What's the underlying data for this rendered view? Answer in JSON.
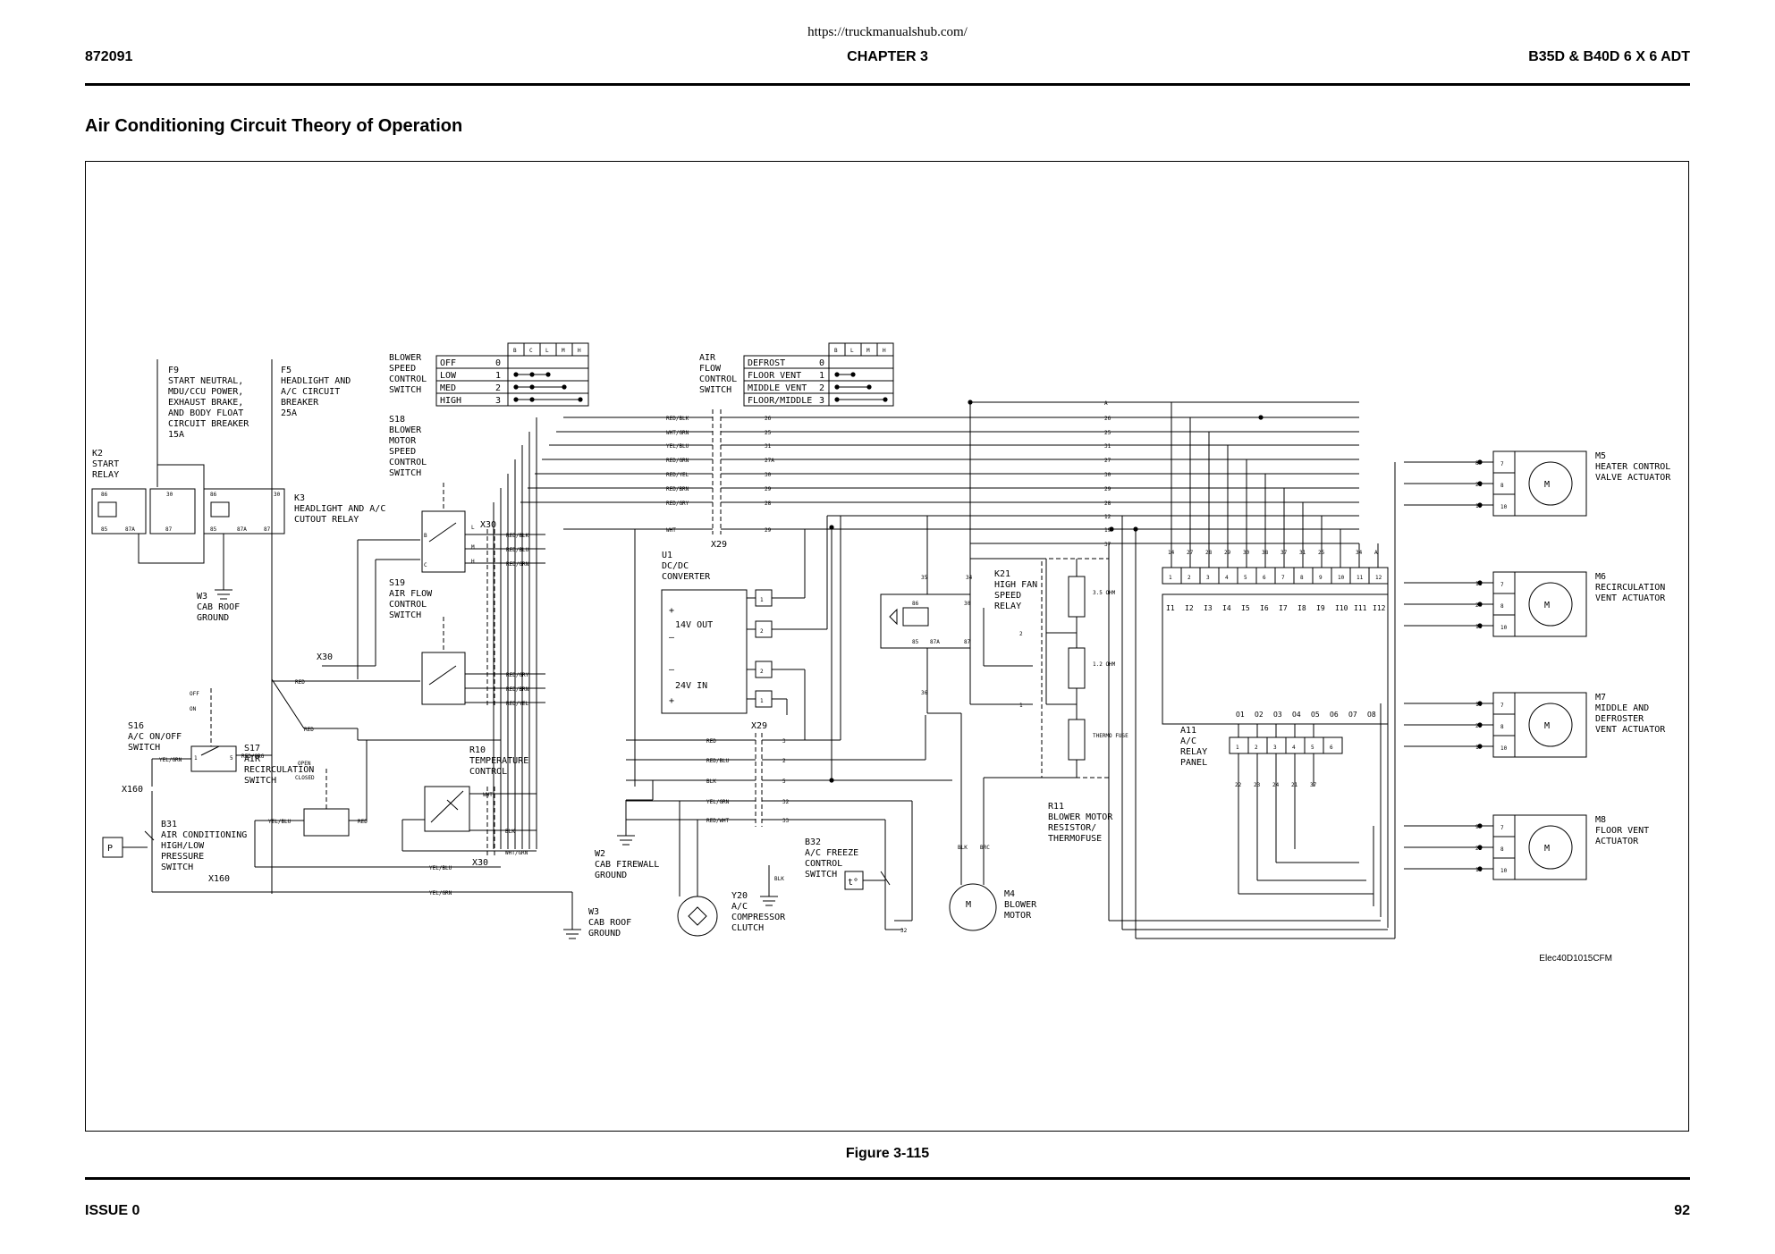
{
  "header": {
    "url": "https://truckmanualshub.com/",
    "doc_number": "872091",
    "chapter": "CHAPTER 3",
    "model": "B35D & B40D 6 X 6 ADT"
  },
  "section_title": "Air Conditioning Circuit Theory of Operation",
  "figure_caption": "Figure 3-115",
  "footer": {
    "issue": "ISSUE 0",
    "page": "92"
  },
  "schematic": {
    "ref_code": "Elec40D1015CFM",
    "components": {
      "f9": [
        "F9",
        "START NEUTRAL,",
        "MDU/CCU POWER,",
        "EXHAUST BRAKE,",
        "AND BODY FLOAT",
        "CIRCUIT BREAKER",
        "15A"
      ],
      "f5": [
        "F5",
        "HEADLIGHT AND",
        "A/C CIRCUIT",
        "BREAKER",
        "25A"
      ],
      "k2": [
        "K2",
        "START",
        "RELAY"
      ],
      "k3": [
        "K3",
        "HEADLIGHT AND A/C",
        "CUTOUT RELAY"
      ],
      "w3a": [
        "W3",
        "CAB ROOF",
        "GROUND"
      ],
      "s18": [
        "S18",
        "BLOWER",
        "MOTOR",
        "SPEED",
        "CONTROL",
        "SWITCH"
      ],
      "s19": [
        "S19",
        "AIR FLOW",
        "CONTROL",
        "SWITCH"
      ],
      "s16": [
        "S16",
        "A/C ON/OFF",
        "SWITCH"
      ],
      "s17": [
        "S17",
        "AIR",
        "RECIRCULATION",
        "SWITCH"
      ],
      "b31": [
        "B31",
        "AIR CONDITIONING",
        "HIGH/LOW",
        "PRESSURE",
        "SWITCH"
      ],
      "r10": [
        "R10",
        "TEMPERATURE",
        "CONTROL"
      ],
      "u1": [
        "U1",
        "DC/DC",
        "CONVERTER"
      ],
      "u1_out": "14V OUT",
      "u1_in": "24V IN",
      "w2": [
        "W2",
        "CAB FIREWALL",
        "GROUND"
      ],
      "w3b": [
        "W3",
        "CAB ROOF",
        "GROUND"
      ],
      "y20": [
        "Y20",
        "A/C",
        "COMPRESSOR",
        "CLUTCH"
      ],
      "b32": [
        "B32",
        "A/C FREEZE",
        "CONTROL",
        "SWITCH"
      ],
      "k21": [
        "K21",
        "HIGH FAN",
        "SPEED",
        "RELAY"
      ],
      "r11": [
        "R11",
        "BLOWER MOTOR",
        "RESISTOR/",
        "THERMOFUSE"
      ],
      "m4": [
        "M4",
        "BLOWER",
        "MOTOR"
      ],
      "a11": [
        "A11",
        "A/C",
        "RELAY",
        "PANEL"
      ],
      "m5": [
        "M5",
        "HEATER CONTROL",
        "VALVE ACTUATOR"
      ],
      "m6": [
        "M6",
        "RECIRCULATION",
        "VENT ACTUATOR"
      ],
      "m7": [
        "M7",
        "MIDDLE AND",
        "DEFROSTER",
        "VENT ACTUATOR"
      ],
      "m8": [
        "M8",
        "FLOOR VENT",
        "ACTUATOR"
      ]
    },
    "connectors": {
      "x30": "X30",
      "x29": "X29",
      "x160": "X160",
      "p": "P",
      "t": "t°"
    },
    "blower_table": {
      "title": [
        "BLOWER",
        "SPEED",
        "CONTROL",
        "SWITCH"
      ],
      "cols": [
        "B",
        "C",
        "L",
        "M",
        "H"
      ],
      "rows": [
        {
          "name": "OFF",
          "pos": "0"
        },
        {
          "name": "LOW",
          "pos": "1"
        },
        {
          "name": "MED",
          "pos": "2"
        },
        {
          "name": "HIGH",
          "pos": "3"
        }
      ]
    },
    "airflow_table": {
      "title": [
        "AIR",
        "FLOW",
        "CONTROL",
        "SWITCH"
      ],
      "cols": [
        "B",
        "L",
        "M",
        "H"
      ],
      "rows": [
        {
          "name": "DEFROST",
          "pos": "0"
        },
        {
          "name": "FLOOR VENT",
          "pos": "1"
        },
        {
          "name": "MIDDLE VENT",
          "pos": "2"
        },
        {
          "name": "FLOOR/MIDDLE",
          "pos": "3"
        }
      ]
    },
    "wire_colors": [
      "RED/BLK",
      "WHT/GRN",
      "YEL/BLU",
      "RED/GRN",
      "RED/YEL",
      "RED/BRN",
      "RED/GRY",
      "WHT"
    ],
    "harness_wires": [
      "26",
      "25",
      "31",
      "27A",
      "30",
      "29",
      "28",
      "29"
    ],
    "s18_wires": [
      "RED/BLK",
      "RED/BLU",
      "RED/GRN"
    ],
    "s19_wires": [
      "RED/GRY",
      "RED/BRN",
      "RED/YEL"
    ],
    "x29_lower_wires": [
      "RED",
      "RED/BLU",
      "BLK",
      "YEL/GRN",
      "RED/WHT"
    ],
    "x29_lower_nums": [
      "3",
      "2",
      "5",
      "32",
      "33"
    ],
    "r10_wires": [
      "WHT",
      "BLK",
      "WHT/GRN"
    ],
    "main_wires": [
      "A",
      "26",
      "25",
      "31",
      "27",
      "30",
      "29",
      "28",
      "12",
      "19",
      "37"
    ],
    "a11_top_pins": [
      "1",
      "2",
      "3",
      "4",
      "5",
      "6",
      "7",
      "8",
      "9",
      "10",
      "11",
      "12"
    ],
    "a11_top_wires": [
      "14",
      "27",
      "28",
      "29",
      "30",
      "38",
      "37",
      "31",
      "25",
      "",
      "34",
      "A"
    ],
    "a11_inputs": [
      "I1",
      "I2",
      "I3",
      "I4",
      "I5",
      "I6",
      "I7",
      "I8",
      "I9",
      "I10",
      "I11",
      "I12"
    ],
    "a11_outputs": [
      "O1",
      "O2",
      "O3",
      "O4",
      "O5",
      "O6",
      "O7",
      "O8"
    ],
    "a11_bottom_pins": [
      "1",
      "2",
      "3",
      "4",
      "5",
      "6"
    ],
    "a11_bottom_wires": [
      "22",
      "23",
      "24",
      "21",
      "37"
    ],
    "actuator_pins": [
      "7",
      "8",
      "10"
    ],
    "m5_wires": [
      "8",
      "21",
      "15"
    ],
    "m6_wires": [
      "11",
      "24",
      "18"
    ],
    "m7_wires": [
      "10",
      "23",
      "17"
    ],
    "m8_wires": [
      "9",
      "22",
      "16"
    ],
    "relay_pins": [
      "86",
      "30",
      "85",
      "87A",
      "87"
    ],
    "r11_values": [
      "3.5 OHM",
      "1.2 OHM",
      "THERMO FUSE"
    ],
    "switch_positions": [
      "OFF",
      "ON",
      "OPEN",
      "CLOSED"
    ],
    "misc_wires": [
      "RED",
      "RED/ORG",
      "YEL/GRN",
      "YEL/BLU",
      "BLK",
      "BRC"
    ]
  }
}
